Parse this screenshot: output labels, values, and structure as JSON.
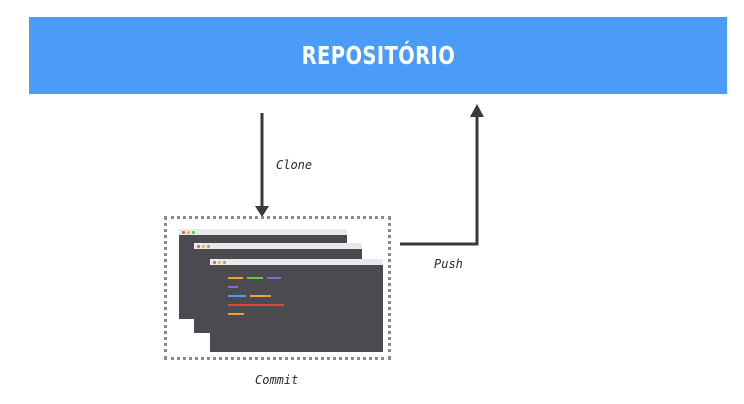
{
  "banner": {
    "title": "REPOSITÓRIO",
    "color": "#4a9cf8"
  },
  "labels": {
    "clone": "Clone",
    "push": "Push",
    "commit": "Commit"
  },
  "colors": {
    "arrow": "#3a3a3a",
    "window_body": "#4a4a4f",
    "window_bar": "#e9e9ec",
    "dot_red": "#e05a4e",
    "dot_yellow": "#e2b33b",
    "dot_green": "#5fbf53",
    "code_orange": "#e7a33a",
    "code_green": "#6cc24a",
    "code_purple": "#8a67c9",
    "code_blue": "#4a9cf8",
    "code_red": "#d64a3f"
  }
}
